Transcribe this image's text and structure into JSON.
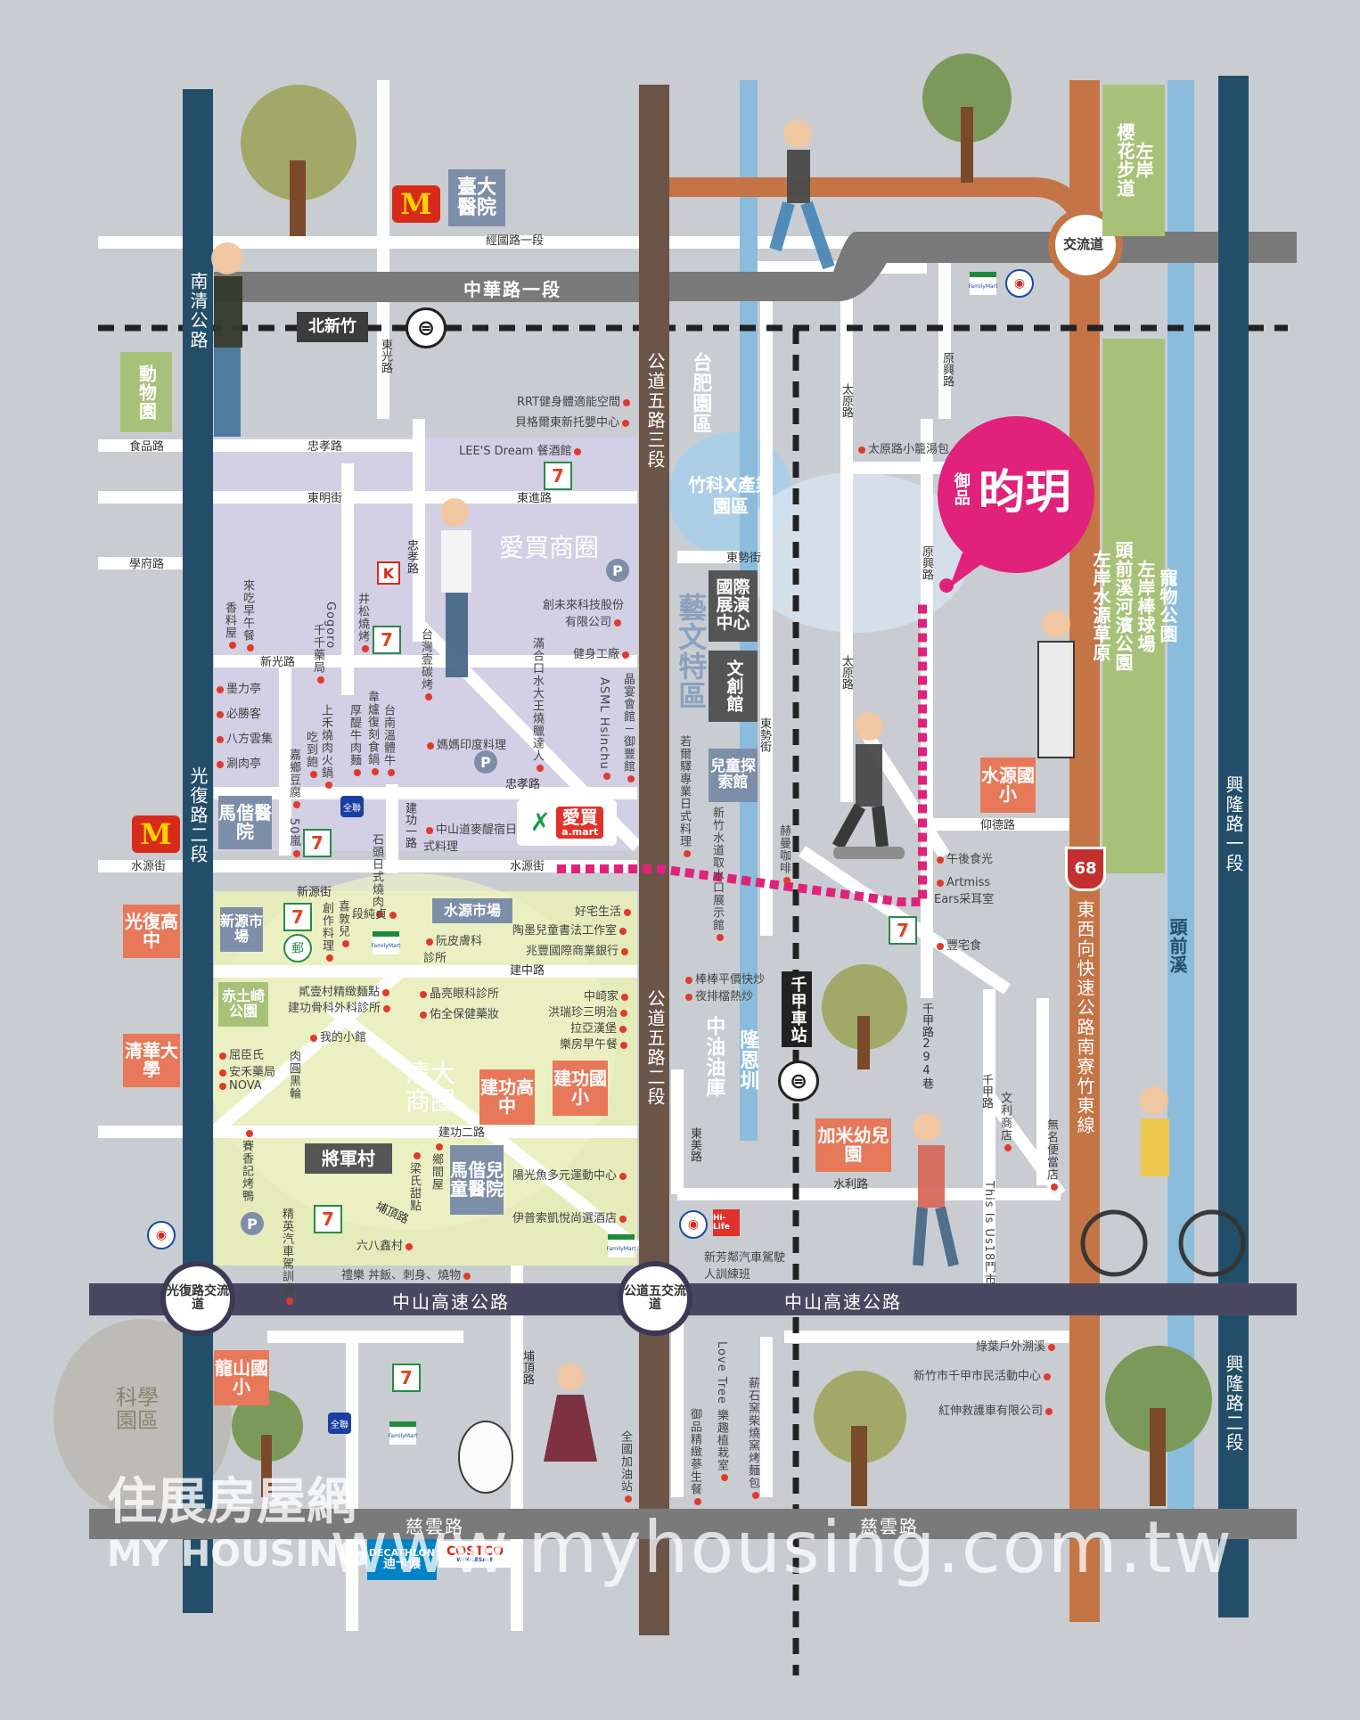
{
  "colors": {
    "background": "#c9cdd2",
    "highway": "#4a4860",
    "main_road": "#7a7a7a",
    "gongdao": "#6b5448",
    "expressway": "#c47445",
    "navy_road": "#234e6a",
    "river": "#8bbcdb",
    "green_box": "#a7c278",
    "orange_box": "#e8785a",
    "blue_box": "#7d8ea8",
    "gray_box": "#666666",
    "pink": "#e0227a",
    "purple_area": "#d2cde4",
    "yellow_area": "#e6edb4"
  },
  "roads": {
    "zhonghua": "中華路一段",
    "jingguo": "經國路一段",
    "zhongshan_left": "中山高速公路",
    "zhongshan_right": "中山高速公路",
    "ciyun_left": "慈雲路",
    "ciyun_right": "慈雲路",
    "nanqing": "南清公路",
    "guangfu": "光復路二段",
    "gongdao3": "公道五路三段",
    "gongdao2": "公道五路二段",
    "xinglong1": "興隆路一段",
    "xinglong2": "興隆路二段",
    "east_west_expressway": "東西向快速公路南寮竹東線",
    "expressway_no": "68",
    "shipinlu": "食品路",
    "xuefulu": "學府路",
    "zhongxiaolu": "忠孝路",
    "zhongxiaolu2": "忠孝路",
    "dongmingjie": "東明街",
    "dongjinlu": "東進路",
    "dongguanglu": "東光路",
    "zhongxiaolu_v": "忠孝路",
    "xinguanglu": "新光路",
    "shuiyuanjie": "水源街",
    "shuiyuanjie2": "水源街",
    "xinyuanjie": "新源街",
    "jianzhonglu": "建中路",
    "jiangonglu1": "建功一路",
    "jiangonglu2": "建功二路",
    "puding": "埔頂路",
    "puding2": "埔頂路",
    "dongshilu": "東勢街",
    "dongshilu_v": "東勢街",
    "taiyuanlu": "太原路",
    "taiyuanlu2": "太原路",
    "yuanxinglu": "原興路",
    "yuanxinglu2": "原興路",
    "yangdelu": "仰德路",
    "qianjia294": "千甲路294巷",
    "qianjialu": "千甲路",
    "shuililu": "水利路",
    "dongmeilu": "東美路",
    "jingguolu_label": "經國路一段"
  },
  "area_labels": {
    "amai": "愛買商圈",
    "qingda": "清大商圈",
    "art_zone": "藝文特區",
    "zhuke": "竹科X產業園區",
    "taifei": "台肥園區",
    "kexue": "科學園區",
    "zhongyou": "中油油庫",
    "longenzhen": "隆恩圳",
    "toqianxi": "頭前溪",
    "sakura": "櫻花步道",
    "leftbank": "左岸",
    "pet_park": "寵物公園",
    "baseball": "左岸棒球場",
    "riverside_park": "頭前溪河濱公園",
    "water_grass": "左岸水源草原"
  },
  "boxes": {
    "taida": "臺大醫院",
    "zoo": "動物園",
    "north_hsinchu": "北新竹",
    "mackay": "馬偕醫院",
    "guangfu_high": "光復高中",
    "xinyuan_market": "新源市場",
    "shuiyuan_market": "水源市場",
    "chitu_park": "赤土崎公園",
    "tsinghua": "清華大學",
    "jiangong_high": "建功高中",
    "jiangong_elem": "建功國小",
    "general_village": "將軍村",
    "mackay_child": "馬偕兒童醫院",
    "longshan": "龍山國小",
    "expo_center": "國際展演中心",
    "culture_hall": "文創館",
    "kids_museum": "兒童探索館",
    "shuiyuan_elem": "水源國小",
    "jiami": "加米幼兒園",
    "qianjia_station": "千甲車站"
  },
  "project": {
    "sub": "御品",
    "name": "昀玥"
  },
  "interchanges": {
    "guangfu": "光復路交流道",
    "gongdao": "公道五交流道",
    "jiaoliu": "交流道"
  },
  "pois": {
    "rrt": "RRT健身體適能空間",
    "beige": "貝格爾東新托嬰中心",
    "lees": "LEE'S Dream 餐酒館",
    "taiyuan_xlb": "太原路小籠湯包",
    "chuangwei": "創未來科技股份有限公司",
    "jianshen": "健身工廠",
    "manhe": "滿合口水大王燒臘達人",
    "jingyan": "晶宴會館－御豐館",
    "asml": "ASML Hsinchu",
    "taiwan_bbq": "台灣壹碳烤",
    "mama_india": "媽媽印度料理",
    "laichi": "來吃早午餐",
    "xiangliao": "香料屋",
    "gogoro": "Gogoro",
    "qianqian": "千千藥局",
    "jingsong": "井松燒烤",
    "moli": "墨力亭",
    "bisheng": "必勝客",
    "bafang": "八方雲集",
    "shuanrou": "涮肉亭",
    "taixing": "台南溫體牛",
    "wei": "韋爐復刻食鍋",
    "housu": "厚醍牛肉麵",
    "shangmo": "上禾燒肉火鍋",
    "chidao": "吃到飽",
    "jiaxiang": "嘉鄉豆腐",
    "wu50": "50嵐",
    "shitou": "石頭日式燒肉",
    "zhongshan_japanese": "中山道麥醍宿日式料理",
    "chuangzuo": "創作料理",
    "xidunr": "喜敦兒",
    "duanchun": "段純貞",
    "haozhai": "好宅生活",
    "taomo": "陶墨兒童書法工作室",
    "zhaofeng": "兆豐國際商業銀行",
    "ruanpi": "阮皮膚科診所",
    "erchun": "貳壹村精緻麵點",
    "jiangong_bone": "建功骨科外科診所",
    "jingliang_eye": "晶亮眼科診所",
    "youquan": "佑全保健藥妝",
    "zhongqi": "中崎家",
    "hongrui": "洪瑞珍三明治",
    "laya": "拉亞漢堡",
    "lefang": "樂房早午餐",
    "wo_xiaoguan": "我的小館",
    "quchen": "屈臣氏",
    "anhe": "安禾藥局",
    "nova": "NOVA",
    "rou_yuan": "肉圓黑輪",
    "sai_xiang": "賽香記烤鴨",
    "liang_sweet": "梁氏甜點",
    "peng_jian": "鄉間屋",
    "sunfish": "陽光魚多元運動中心",
    "ipuso": "伊普索凱悅尚選酒店",
    "jingying": "精英汽車駕訓班",
    "liuba": "六八鑫村",
    "ding_rice": "禮樂 丼飯、刺身、燒物",
    "afternoon": "午後食光",
    "artmiss": "Artmiss Ears采耳室",
    "fengzhai": "豐宅食",
    "bangbang": "棒棒平價快炒",
    "yepai": "夜排檔熱炒",
    "youwei": "若爾驛專業日式料理",
    "xinzhu_water": "新竹水道取水口展示館",
    "hemang": "赫曼咖啡",
    "wenli": "文利商店",
    "wuming": "無名便當店",
    "thisis": "This Is Us18鬥市",
    "xinfang": "新芳鄰汽車駕駛人訓練班",
    "lovetree": "Love Tree 樂趣植栽室",
    "yupin_cafe": "御品精緻蔘生餐",
    "xinshi": "薪石窯柴燒窯烤麵包",
    "quanguo_gas": "全國加油站",
    "lvye": "綠葉戶外溯溪",
    "qianjia_center": "新竹市千甲市民活動中心",
    "hongshen": "紅伸救護車有限公司"
  },
  "brands": {
    "amart_cn": "愛買",
    "amart_en": "a.mart",
    "decathlon": "DECATHLON",
    "decathlon_cn": "迪卡儂",
    "costco": "COSTCO",
    "costco_sub": "WHOLESALE"
  },
  "watermark": {
    "site": "www.myhousing.com.tw",
    "logo_cn": "住展房屋網",
    "logo_en": "MY HOUSING"
  }
}
